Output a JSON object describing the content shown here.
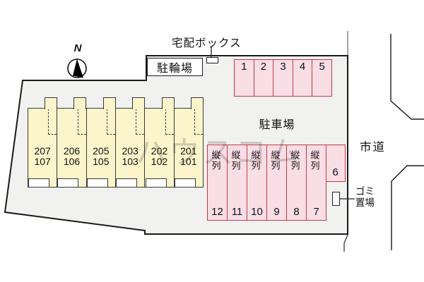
{
  "compass": {
    "label": "N"
  },
  "delivery_box": {
    "label": "宅配ボックス"
  },
  "bicycle_parking": {
    "label": "駐輪場"
  },
  "parking_lot": {
    "label": "駐車場"
  },
  "city_road": {
    "label": "市道"
  },
  "garbage_area": {
    "line1": "ゴミ",
    "line2": "置場"
  },
  "watermark": {
    "text": "ハウスコム"
  },
  "building": {
    "units": [
      {
        "upper": "207",
        "lower": "107"
      },
      {
        "upper": "206",
        "lower": "106"
      },
      {
        "upper": "205",
        "lower": "105"
      },
      {
        "upper": "203",
        "lower": "103"
      },
      {
        "upper": "202",
        "lower": "102"
      },
      {
        "upper": "201",
        "lower": "101"
      }
    ]
  },
  "parking_top": {
    "spaces": [
      "1",
      "2",
      "3",
      "4",
      "5"
    ]
  },
  "parking_tandem": {
    "tandem_label": "縦列",
    "spaces": [
      "12",
      "11",
      "10",
      "9",
      "8",
      "7"
    ],
    "extra_space": "6"
  },
  "colors": {
    "land_fill": "#f1f1f0",
    "outline": "#1a1a1a",
    "building_fill": "#fcf4ca",
    "building_border": "#3a3a3a",
    "parking_fill": "#fadee6",
    "parking_border": "#c53a44"
  }
}
